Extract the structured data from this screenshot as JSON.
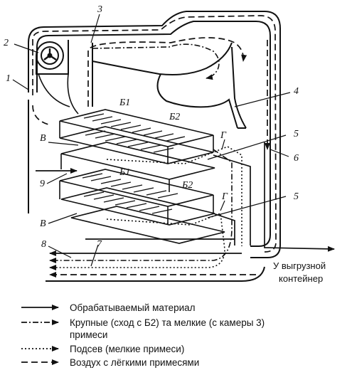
{
  "labels": {
    "n1": "1",
    "n2": "2",
    "n3": "3",
    "n4": "4",
    "n5a": "5",
    "n5b": "5",
    "n6": "6",
    "n7": "7",
    "n8": "8",
    "n9": "9",
    "b1_top": "Б1",
    "b2_top": "Б2",
    "b1_low": "Б1",
    "b2_low": "Б2",
    "v_top": "В",
    "v_low": "В",
    "g_top": "Г",
    "g_low": "Г"
  },
  "outlet": {
    "line1": "У выгрузной",
    "line2": "контейнер"
  },
  "legend": {
    "material": "Обрабатываемый материал",
    "coarse_line1": "Крупные (сход с Б2) та мелкие (с камеры 3)",
    "coarse_line2": "примеси",
    "blow": "Подсев (мелкие примеси)",
    "air": "Воздух с лёгкими примесями"
  }
}
